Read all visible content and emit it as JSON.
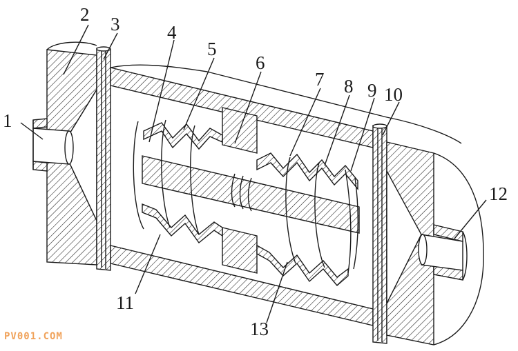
{
  "labels": {
    "l1": "1",
    "l2": "2",
    "l3": "3",
    "l4": "4",
    "l5": "5",
    "l6": "6",
    "l7": "7",
    "l8": "8",
    "l9": "9",
    "l10": "10",
    "l11": "11",
    "l12": "12",
    "l13": "13"
  },
  "watermark": "PV001.COM"
}
